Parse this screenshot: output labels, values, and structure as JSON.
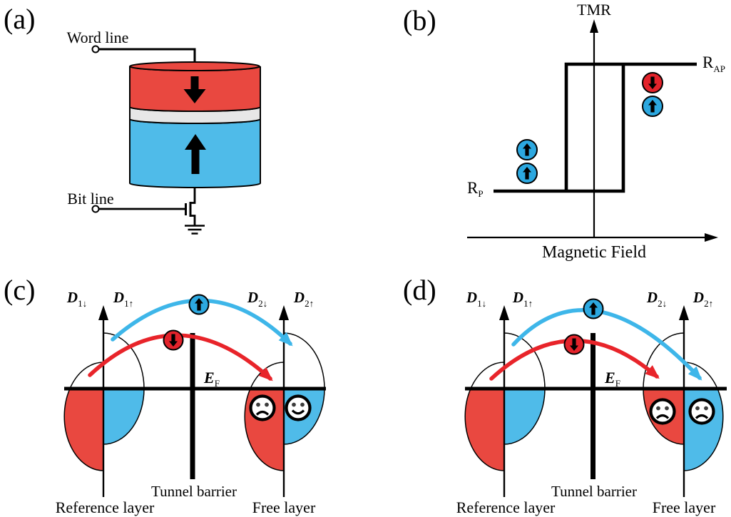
{
  "colors": {
    "red": "#e94840",
    "blue": "#4fbbe9",
    "spacer_gray": "#e7e7e7",
    "spin_red": "#e3232b",
    "spin_blue": "#2cа8e0",
    "spin_blue_fix": "#2ca8e0",
    "arrow_blue": "#3eb6e9",
    "arrow_red": "#e8242a",
    "eye_gray": "#3c3c3c",
    "ink": "#000000"
  },
  "panel_a": {
    "label": "(a)",
    "word_line": "Word line",
    "bit_line": "Bit line"
  },
  "panel_b": {
    "label": "(b)",
    "y_axis_label": "TMR",
    "x_axis_label": "Magnetic Field",
    "r_ap": {
      "main": "R",
      "sub": "AP"
    },
    "r_p": {
      "main": "R",
      "sub": "P"
    }
  },
  "panel_c": {
    "label": "(c)",
    "d1_down": {
      "main": "D",
      "sub": "1↓"
    },
    "d1_up": {
      "main": "D",
      "sub": "1↑"
    },
    "d2_down": {
      "main": "D",
      "sub": "2↓"
    },
    "d2_up": {
      "main": "D",
      "sub": "2↑"
    },
    "fermi": {
      "main": "E",
      "sub": "F"
    },
    "tunnel_barrier": "Tunnel barrier",
    "reference_layer": "Reference layer",
    "free_layer": "Free layer"
  },
  "panel_d": {
    "label": "(d)",
    "d1_down": {
      "main": "D",
      "sub": "1↓"
    },
    "d1_up": {
      "main": "D",
      "sub": "1↑"
    },
    "d2_down": {
      "main": "D",
      "sub": "2↓"
    },
    "d2_up": {
      "main": "D",
      "sub": "2↑"
    },
    "fermi": {
      "main": "E",
      "sub": "F"
    },
    "tunnel_barrier": "Tunnel barrier",
    "reference_layer": "Reference layer",
    "free_layer": "Free layer"
  }
}
